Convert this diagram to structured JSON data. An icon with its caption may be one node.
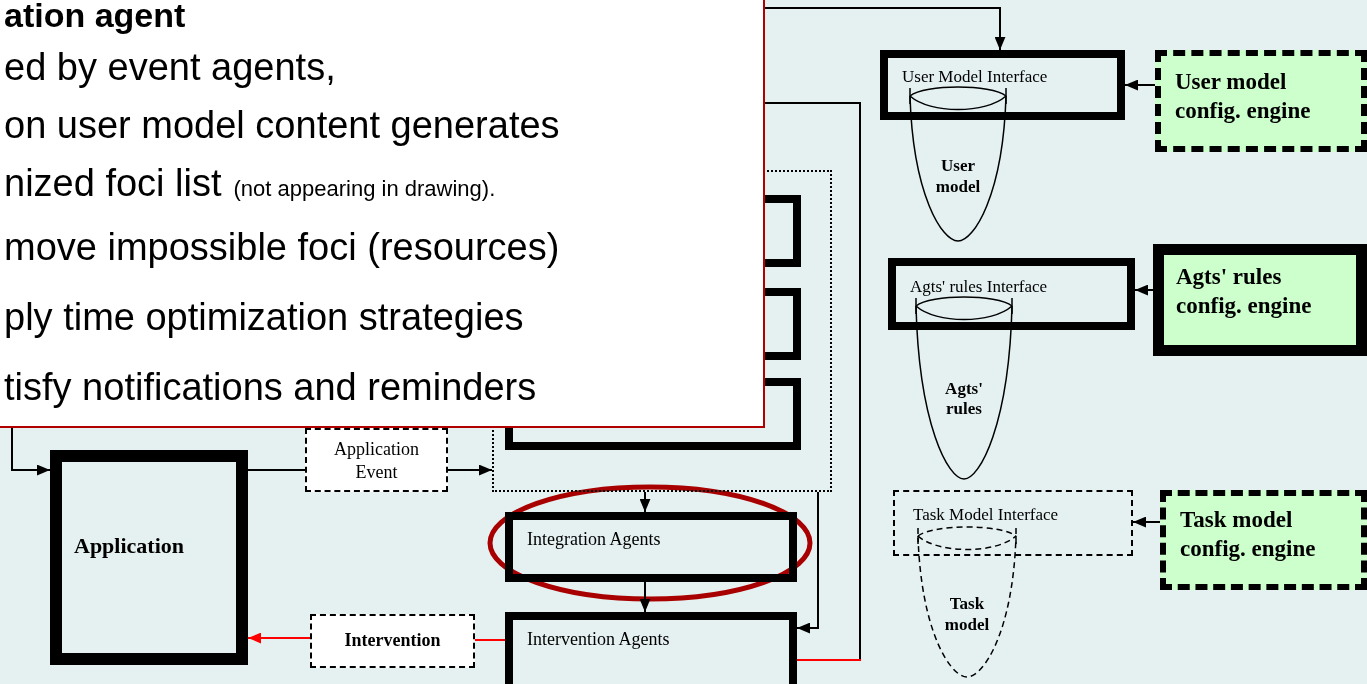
{
  "diagram": {
    "nodes": [
      {
        "text": [
          "ation agent",
          "ed by event agents,",
          "on user model content generates",
          "nized foci list",
          "(not appearing in drawing).",
          "move impossible foci (resources)",
          "ply time optimization strategies",
          "tisfy notifications and reminders"
        ]
      },
      {
        "text": [
          "User Model Interface"
        ]
      },
      {
        "text": [
          "User model config. engine"
        ]
      },
      {
        "text": [
          "User model"
        ]
      },
      {
        "text": [],
        "shape": "box"
      },
      {
        "text": [],
        "shape": "box",
        "in": 4
      },
      {
        "text": [],
        "shape": "box",
        "in": 4
      },
      {
        "text": [],
        "shape": "box",
        "in": 4
      },
      {
        "text": [
          "Agts' rules Interface"
        ]
      },
      {
        "text": [
          "Agts' rules config. engine"
        ]
      },
      {
        "text": [
          "Agts' rules"
        ]
      },
      {
        "text": [
          "Application Event"
        ]
      },
      {
        "text": [
          "Application"
        ]
      },
      {
        "text": [
          "Integration Agents"
        ]
      },
      {
        "text": [
          "Task Model Interface"
        ]
      },
      {
        "text": [
          "Task model config. engine"
        ]
      },
      {
        "text": [
          "Intervention"
        ]
      },
      {
        "text": [
          "Intervention Agents"
        ]
      },
      {
        "text": [
          "Task model"
        ]
      }
    ],
    "edges": [
      {
        "from": 0,
        "to": 1,
        "arrow": "to"
      },
      {
        "from": 2,
        "to": 1,
        "arrow": "to"
      },
      {
        "from": 9,
        "to": 8,
        "arrow": "to"
      },
      {
        "from": 15,
        "to": 14,
        "arrow": "to"
      },
      {
        "from": 0,
        "to": 12,
        "arrow": "to"
      },
      {
        "from": 12,
        "to": 11,
        "arrow": "none"
      },
      {
        "from": 11,
        "to": 4,
        "arrow": "to"
      },
      {
        "from": 4,
        "to": 13,
        "arrow": "to"
      },
      {
        "from": 13,
        "to": 17,
        "arrow": "to"
      },
      {
        "from": 4,
        "to": 17,
        "arrow": "to"
      },
      {
        "from": 17,
        "to": 16,
        "arrow": "none",
        "color": "#ff0000"
      },
      {
        "from": 16,
        "to": 12,
        "arrow": "to",
        "color": "#ff0000"
      },
      {
        "from": 17,
        "to": 0,
        "arrow": "none"
      }
    ]
  }
}
